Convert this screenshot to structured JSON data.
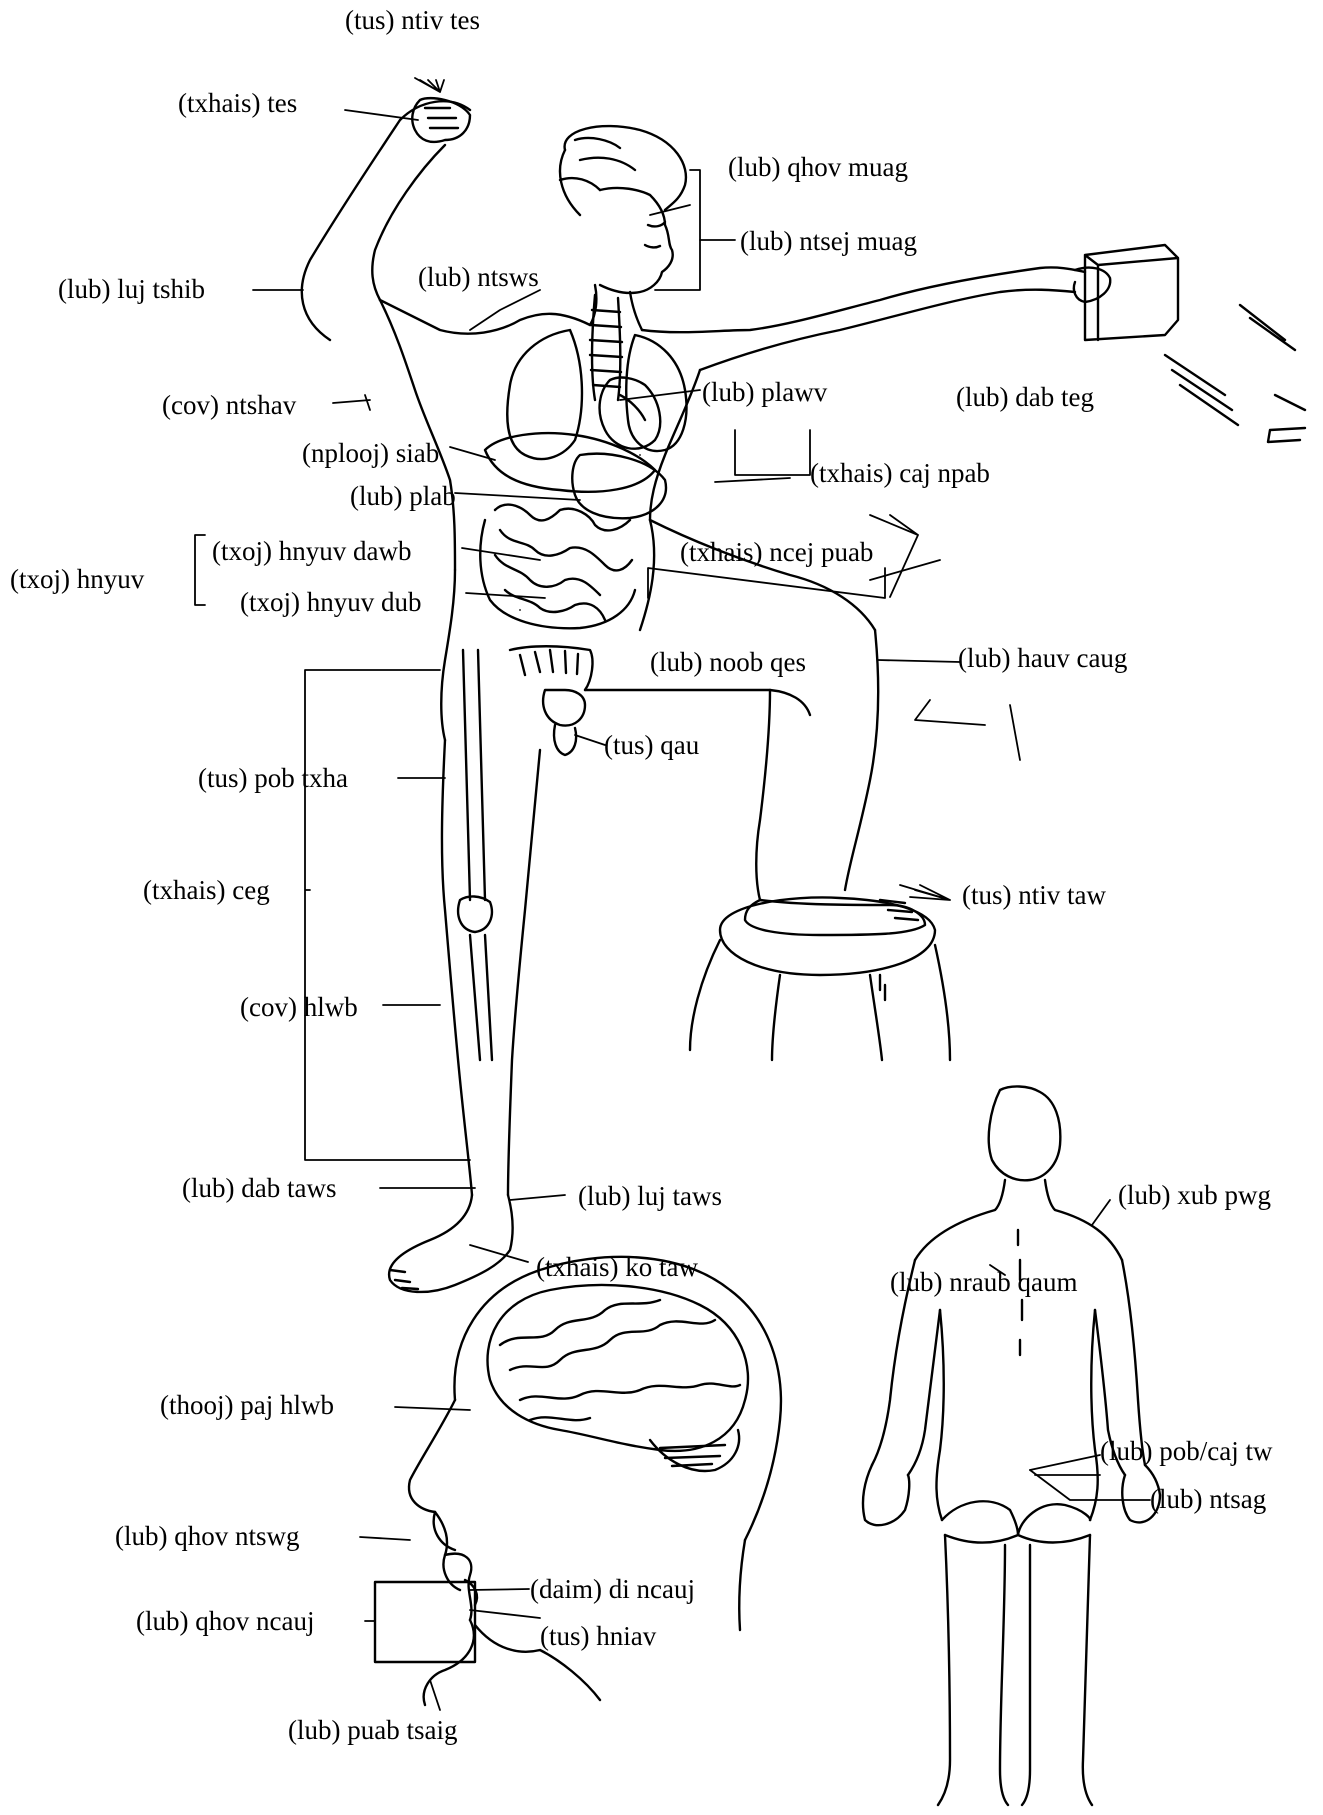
{
  "labels": {
    "tus_ntiv_tes": "(tus) ntiv tes",
    "txhais_tes": "(txhais) tes",
    "lub_qhov_muag": "(lub) qhov muag",
    "lub_ntsej_muag": "(lub) ntsej muag",
    "lub_luj_tshib": "(lub) luj tshib",
    "lub_ntsws": "(lub) ntsws",
    "cov_ntshav": "(cov) ntshav",
    "lub_plawv": "(lub) plawv",
    "lub_dab_teg": "(lub) dab teg",
    "nplooj_siab": "(nplooj) siab",
    "txhais_caj_npab": "(txhais) caj npab",
    "lub_plab": "(lub) plab",
    "txhais_ncej_puab": "(txhais) ncej puab",
    "txoj_hnyuv": "(txoj) hnyuv",
    "txoj_hnyuv_dawb": "(txoj) hnyuv dawb",
    "txoj_hnyuv_dub": "(txoj) hnyuv dub",
    "lub_noob_qes": "(lub) noob qes",
    "lub_hauv_caug": "(lub) hauv caug",
    "tus_qau": "(tus) qau",
    "tus_pob_txha": "(tus) pob txha",
    "txhais_ceg": "(txhais) ceg",
    "tus_ntiv_taw": "(tus) ntiv taw",
    "cov_hlwb": "(cov) hlwb",
    "lub_dab_taws": "(lub) dab taws",
    "lub_luj_taws": "(lub) luj taws",
    "txhais_ko_taw": "(txhais) ko taw",
    "lub_xub_pwg": "(lub) xub pwg",
    "lub_nraub_qaum": "(lub) nraub qaum",
    "thooj_paj_hlwb": "(thooj) paj hlwb",
    "lub_pob_caj_tw": "(lub) pob/caj tw",
    "lub_qhov_ntswg": "(lub) qhov ntswg",
    "lub_ntsag": "(lub) ntsag",
    "daim_di_ncauj": "(daim) di ncauj",
    "lub_qhov_ncauj": "(lub) qhov ncauj",
    "tus_hniav": "(tus) hniav",
    "lub_puab_tsaig": "(lub) puab tsaig"
  }
}
